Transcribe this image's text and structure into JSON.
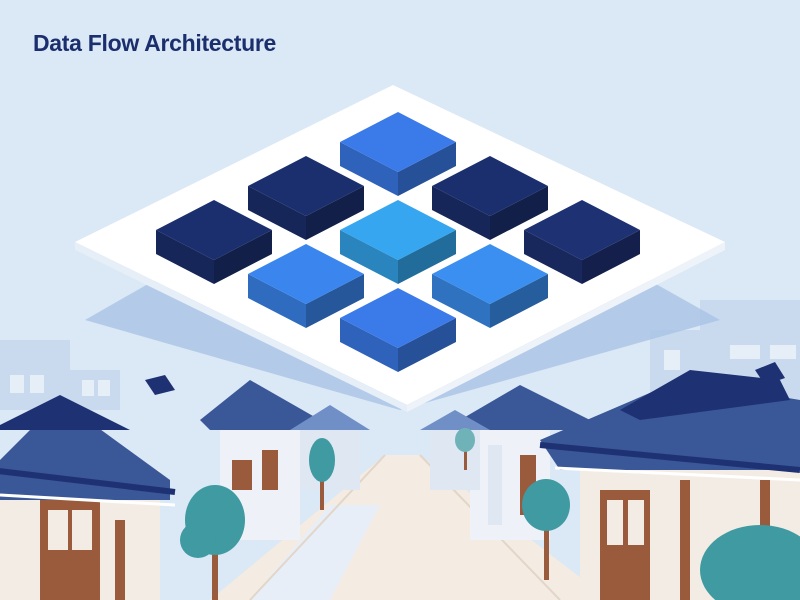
{
  "header": {
    "title": "Data Flow Architecture"
  },
  "grid": {
    "rows": 3,
    "cols": 3,
    "blocks": [
      {
        "row": 0,
        "col": 0,
        "color": "#3b7be9"
      },
      {
        "row": 0,
        "col": 1,
        "color": "#1b2f6e"
      },
      {
        "row": 0,
        "col": 2,
        "color": "#1e3173"
      },
      {
        "row": 1,
        "col": 0,
        "color": "#1b2f6e"
      },
      {
        "row": 1,
        "col": 1,
        "color": "#35a6ef"
      },
      {
        "row": 1,
        "col": 2,
        "color": "#3b8ff0"
      },
      {
        "row": 2,
        "col": 0,
        "color": "#1b2f6e"
      },
      {
        "row": 2,
        "col": 1,
        "color": "#3b86ee"
      },
      {
        "row": 2,
        "col": 2,
        "color": "#3b7be9"
      }
    ]
  },
  "palette": {
    "sky": "#dbe8f5",
    "platform": "#ffffff",
    "platform_shadow": "#a9c3e6",
    "roof": "#3a5797",
    "roof_dark": "#1e3173",
    "wood": "#9a5a3c",
    "wall": "#f3ece4",
    "tree": "#3f9aa2",
    "road": "#f4ebe2"
  }
}
